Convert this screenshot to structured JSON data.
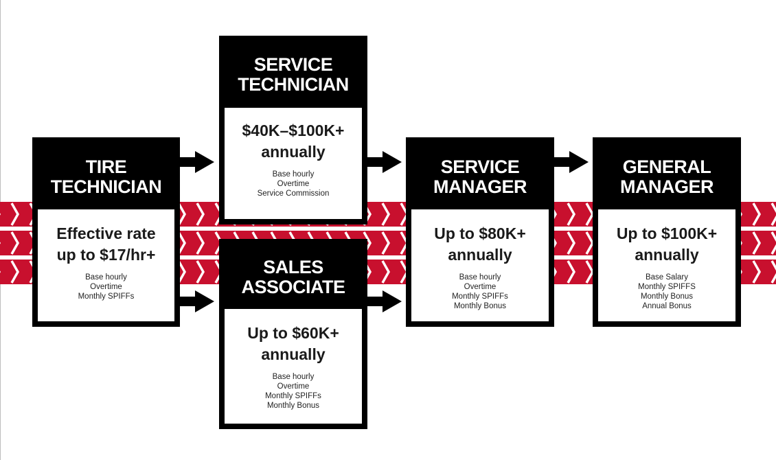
{
  "cards": [
    {
      "id": "tire-technician",
      "title": [
        "TIRE",
        "TECHNICIAN"
      ],
      "amount": [
        "Effective rate",
        "up to $17/hr+"
      ],
      "details": [
        "Base hourly",
        "Overtime",
        "Monthly SPIFFs"
      ]
    },
    {
      "id": "service-technician",
      "title": [
        "SERVICE",
        "TECHNICIAN"
      ],
      "amount": [
        "$40K–$100K+",
        "annually"
      ],
      "details": [
        "Base hourly",
        "Overtime",
        "Service Commission"
      ]
    },
    {
      "id": "sales-associate",
      "title": [
        "SALES",
        "ASSOCIATE"
      ],
      "amount": [
        "Up to $60K+",
        "annually"
      ],
      "details": [
        "Base hourly",
        "Overtime",
        "Monthly SPIFFs",
        "Monthly Bonus"
      ]
    },
    {
      "id": "service-manager",
      "title": [
        "SERVICE",
        "MANAGER"
      ],
      "amount": [
        "Up to $80K+",
        "annually"
      ],
      "details": [
        "Base hourly",
        "Overtime",
        "Monthly SPIFFs",
        "Monthly Bonus"
      ]
    },
    {
      "id": "general-manager",
      "title": [
        "GENERAL",
        "MANAGER"
      ],
      "amount": [
        "Up to $100K+",
        "annually"
      ],
      "details": [
        "Base Salary",
        "Monthly SPIFFS",
        "Monthly Bonus",
        "Annual Bonus"
      ]
    }
  ],
  "colors": {
    "band": "#c8102e",
    "card": "#000000",
    "text": "#1a1a1a",
    "arrow": "#000000"
  }
}
